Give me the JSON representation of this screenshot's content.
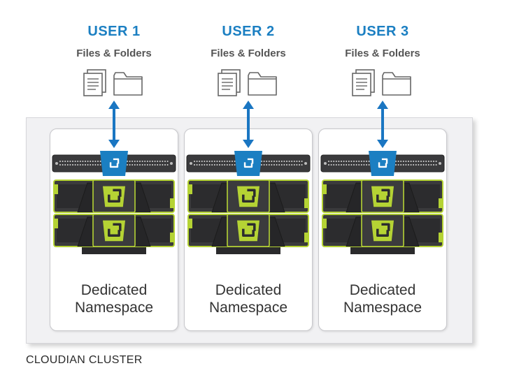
{
  "users": [
    {
      "title": "USER 1",
      "subtitle": "Files & Folders",
      "namespace_line1": "Dedicated",
      "namespace_line2": "Namespace"
    },
    {
      "title": "USER 2",
      "subtitle": "Files & Folders",
      "namespace_line1": "Dedicated",
      "namespace_line2": "Namespace"
    },
    {
      "title": "USER 3",
      "subtitle": "Files & Folders",
      "namespace_line1": "Dedicated",
      "namespace_line2": "Namespace"
    }
  ],
  "cluster_label": "CLOUDIAN CLUSTER",
  "colors": {
    "accent_blue": "#1b7fc2",
    "arrow_blue": "#1a76c2",
    "node_green": "#b5d334",
    "rack_dark": "#3a3a3c"
  },
  "icons": [
    "document-icon",
    "folder-icon",
    "bidirectional-arrow-icon",
    "cloudian-logo-icon",
    "server-rack-icon"
  ]
}
